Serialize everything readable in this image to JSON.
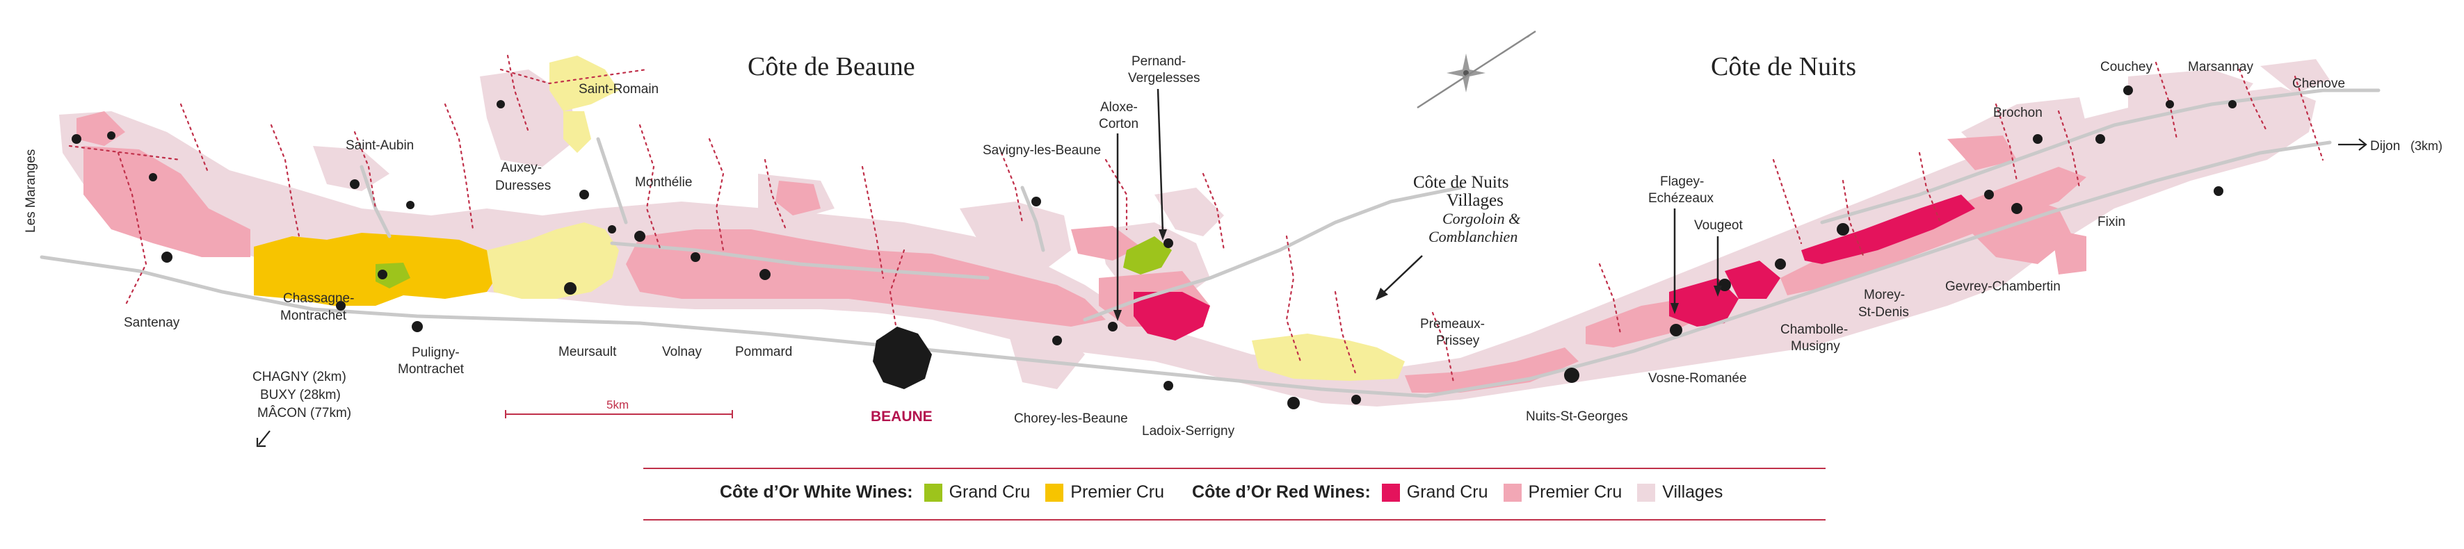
{
  "map": {
    "region_titles": {
      "cote_de_beaune": "Côte de Beaune",
      "cote_de_nuits": "Côte de Nuits"
    },
    "villages": {
      "les_maranges": "Les Maranges",
      "santenay": "Santenay",
      "saint_aubin": "Saint-Aubin",
      "chassagne_1": "Chassagne-",
      "chassagne_2": "Montrachet",
      "puligny_1": "Puligny-",
      "puligny_2": "Montrachet",
      "saint_romain": "Saint-Romain",
      "auxey_1": "Auxey-",
      "auxey_2": "Duresses",
      "monthelie": "Monthélie",
      "meursault": "Meursault",
      "volnay": "Volnay",
      "pommard": "Pommard",
      "beaune": "BEAUNE",
      "savigny": "Savigny-les-Beaune",
      "aloxe_1": "Aloxe-",
      "aloxe_2": "Corton",
      "pernand_1": "Pernand-",
      "pernand_2": "Vergelesses",
      "chorey": "Chorey-les-Beaune",
      "ladoix": "Ladoix-Serrigny",
      "premeaux_1": "Premeaux-",
      "premeaux_2": "Prissey",
      "nuits": "Nuits-St-Georges",
      "vosne": "Vosne-Romanée",
      "flagey_1": "Flagey-",
      "flagey_2": "Echézeaux",
      "vougeot": "Vougeot",
      "chambolle_1": "Chambolle-",
      "chambolle_2": "Musigny",
      "morey_1": "Morey-",
      "morey_2": "St-Denis",
      "gevrey": "Gevrey-Chambertin",
      "fixin": "Fixin",
      "brochon": "Brochon",
      "couchey": "Couchey",
      "marsannay": "Marsannay",
      "chenove": "Chenove"
    },
    "cdn_villages_note": {
      "line1": "Côte de Nuits",
      "line2": "Villages",
      "line3": "Corgoloin &",
      "line4": "Comblanchien"
    },
    "directions": {
      "chagny": "CHAGNY (2km)",
      "buxy": "BUXY (28km)",
      "macon": "MÂCON (77km)",
      "dijon": "Dijon",
      "dijon_dist": "(3km)"
    },
    "scale_label": "5km"
  },
  "legend": {
    "white_label": "Côte d’Or White Wines:",
    "red_label": "Côte d’Or Red Wines:",
    "white_items": [
      {
        "label": "Grand Cru",
        "color": "#9dc41c"
      },
      {
        "label": "Premier Cru",
        "color": "#f7c400"
      }
    ],
    "red_items": [
      {
        "label": "Grand Cru",
        "color": "#e4135c"
      },
      {
        "label": "Premier Cru",
        "color": "#f2a7b5"
      },
      {
        "label": "Villages",
        "color": "#eed8de"
      }
    ]
  },
  "colors": {
    "white_grand_cru": "#9dc41c",
    "white_premier_cru": "#f7c400",
    "red_grand_cru": "#e4135c",
    "red_premier_cru": "#f2a7b5",
    "villages": "#eed8de",
    "border": "#c0304a"
  },
  "icons": [
    "compass-rose-icon",
    "north-arrow-icon",
    "arrow-icon"
  ]
}
